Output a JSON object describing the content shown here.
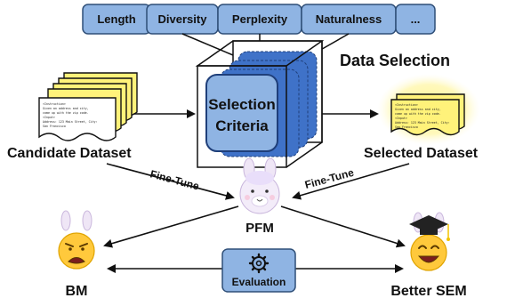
{
  "metrics": [
    "Length",
    "Diversity",
    "Perplexity",
    "Naturalness",
    "..."
  ],
  "labels": {
    "data_selection": "Data Selection",
    "criteria_line1": "Selection",
    "criteria_line2": "Criteria",
    "candidate_dataset": "Candidate Dataset",
    "selected_dataset": "Selected Dataset",
    "fine_tune_left": "Fine-Tune",
    "fine_tune_right": "Fine-Tune",
    "pfm": "PFM",
    "bm": "BM",
    "better_sem": "Better SEM",
    "evaluation": "Evaluation"
  },
  "doc_text": [
    "<Instruction>",
    "Given an address and city,",
    "come up with the zip code.",
    "<Input>",
    "Address: 123 Main Street, City:",
    "San Francisco"
  ],
  "colors": {
    "metric_fill": "#8fb4e3",
    "metric_stroke": "#2f4f78",
    "cube_inner": "#3f72c8",
    "criteria_fill": "#8fb4e3",
    "doc_yellow": "#fff27a",
    "glow": "#fff7a8"
  },
  "icons": [
    "gear-icon",
    "llama-icon",
    "angry-face-icon",
    "happy-face-icon",
    "graduation-cap-icon",
    "arrow-icon"
  ]
}
